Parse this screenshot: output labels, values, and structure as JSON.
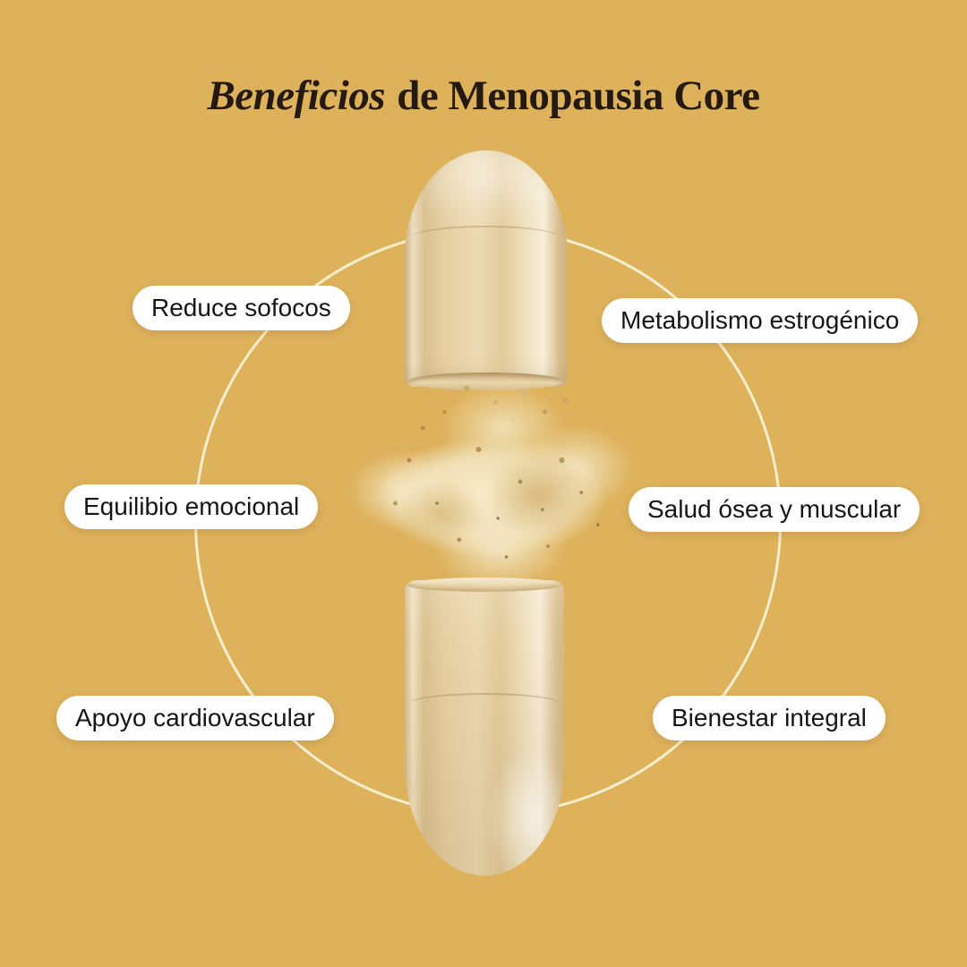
{
  "title": {
    "italic_part": "Beneficios",
    "regular_part": "de Menopausia Core"
  },
  "benefits": [
    {
      "label": "Reduce sofocos"
    },
    {
      "label": "Metabolismo estrogénico"
    },
    {
      "label": "Equilibio emocional"
    },
    {
      "label": "Salud ósea y muscular"
    },
    {
      "label": "Apoyo cardiovascular"
    },
    {
      "label": "Bienestar integral"
    }
  ],
  "colors": {
    "background": "#DEB15B",
    "circle_line": "#FAF1D4",
    "pill_background": "#FFFFFF",
    "pill_text": "#161616",
    "title_text": "#241A10",
    "capsule_shell": "#EBD9B0",
    "powder": "#F2E4BE"
  }
}
